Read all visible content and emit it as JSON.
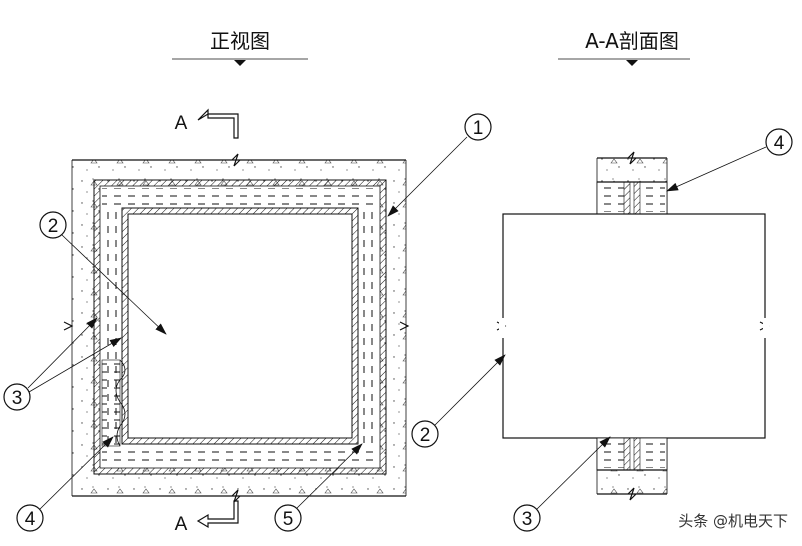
{
  "views": {
    "front_title": "正视图",
    "section_title": "A-A剖面图"
  },
  "section_marks": {
    "top": "A",
    "bottom": "A"
  },
  "callouts": {
    "c1": "1",
    "c2_front": "2",
    "c3_front": "3",
    "c4_front": "4",
    "c5_front": "5",
    "c4_section": "4",
    "c2_section": "2",
    "c3_section": "3"
  },
  "watermark": "头条 @机电天下",
  "colors": {
    "line": "#111111",
    "background": "#ffffff",
    "stipple": "#444444"
  }
}
